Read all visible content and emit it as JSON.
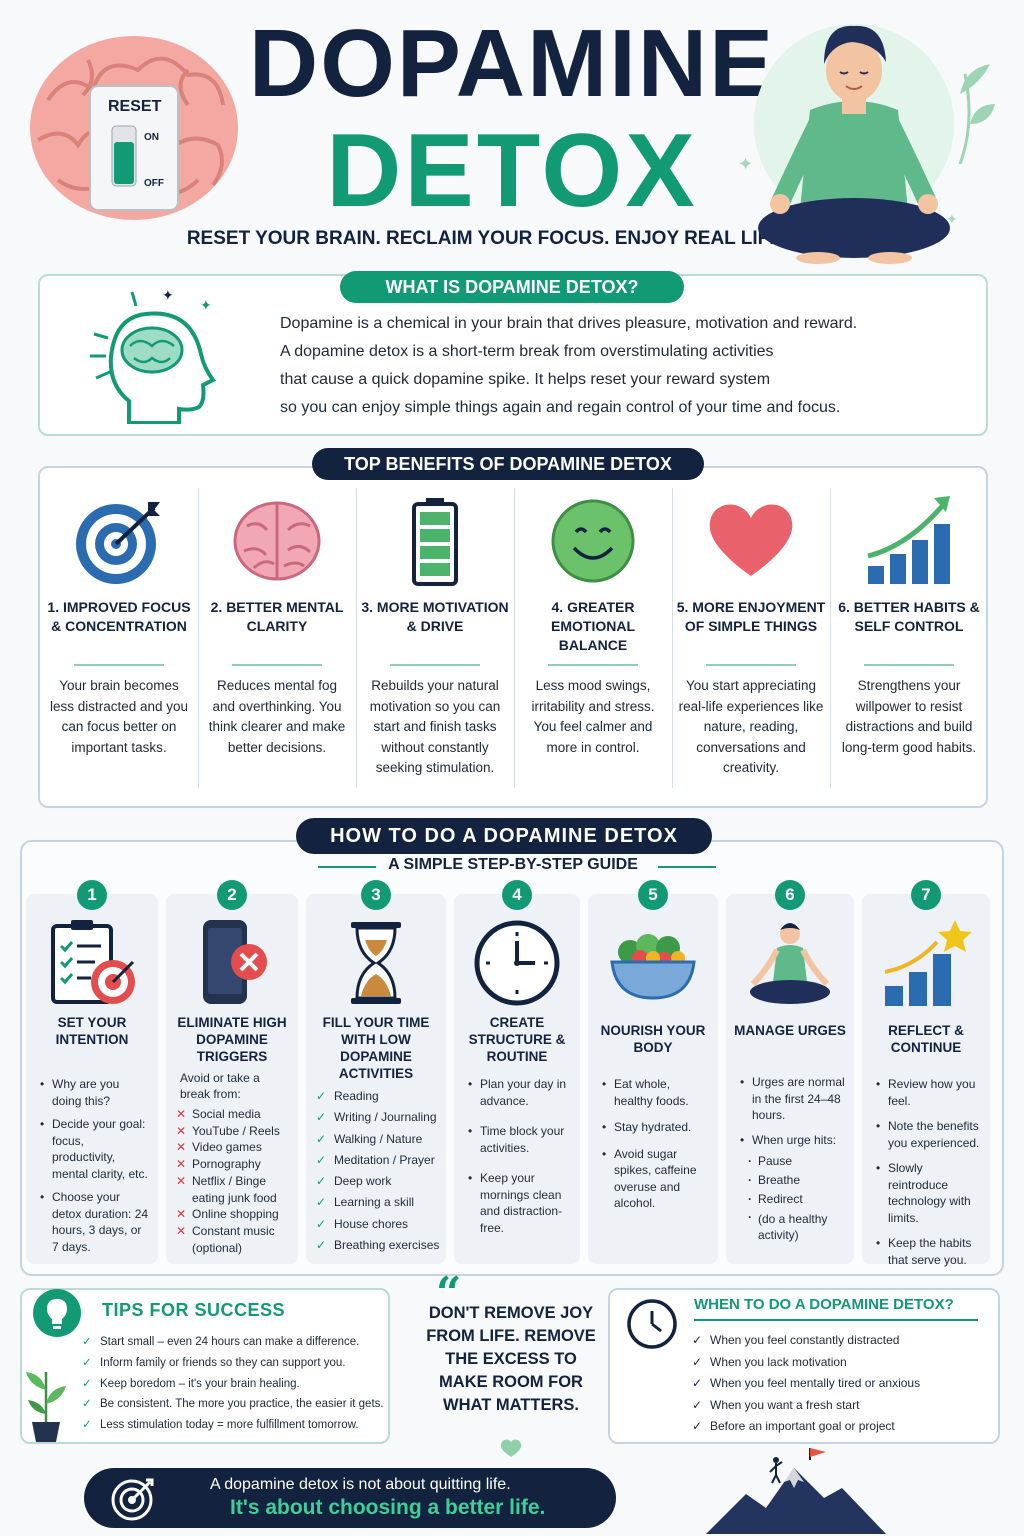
{
  "header": {
    "title_line1": "DOPAMINE",
    "title_line2": "DETOX",
    "tagline": "RESET YOUR BRAIN. RECLAIM YOUR FOCUS. ENJOY REAL LIFE.",
    "switch": {
      "reset": "RESET",
      "on": "ON",
      "off": "OFF"
    }
  },
  "what_is": {
    "heading": "WHAT IS DOPAMINE DETOX?",
    "lines": [
      "Dopamine is a chemical in your brain that drives pleasure, motivation and reward.",
      "A dopamine detox is a short-term break from overstimulating activities",
      "that cause a quick dopamine spike. It helps reset your reward system",
      "so you can enjoy simple things again and regain control of your time and focus."
    ]
  },
  "benefits": {
    "heading": "TOP BENEFITS OF DOPAMINE DETOX",
    "items": [
      {
        "icon": "target-icon",
        "title": "1. IMPROVED FOCUS & CONCENTRATION",
        "desc": "Your brain becomes less distracted and you can focus better on important tasks."
      },
      {
        "icon": "brain-icon",
        "title": "2. BETTER MENTAL CLARITY",
        "desc": "Reduces mental fog and overthinking. You think clearer and make better decisions."
      },
      {
        "icon": "battery-icon",
        "title": "3. MORE MOTIVATION & DRIVE",
        "desc": "Rebuilds your natural motivation so you can start and finish tasks without constantly seeking stimulation."
      },
      {
        "icon": "smiley-icon",
        "title": "4. GREATER EMOTIONAL BALANCE",
        "desc": "Less mood swings, irritability and stress. You feel calmer and more in control."
      },
      {
        "icon": "heart-icon",
        "title": "5. MORE ENJOYMENT OF SIMPLE THINGS",
        "desc": "You start appreciating real-life experiences like nature, reading, conversations and creativity."
      },
      {
        "icon": "growth-chart-icon",
        "title": "6. BETTER HABITS & SELF CONTROL",
        "desc": "Strengthens your willpower to resist distractions and build long-term good habits."
      }
    ]
  },
  "how_to": {
    "heading": "HOW TO DO A DOPAMINE DETOX",
    "subheading": "A SIMPLE STEP-BY-STEP GUIDE",
    "steps": [
      {
        "num": "1",
        "title": "SET YOUR INTENTION",
        "bullets": [
          "Why are you doing this?",
          "Decide your goal: focus, productivity, mental clarity, etc.",
          "Choose your detox duration: 24 hours, 3 days, or 7 days."
        ]
      },
      {
        "num": "2",
        "title": "ELIMINATE HIGH DOPAMINE TRIGGERS",
        "intro": "Avoid or take a break from:",
        "avoid": [
          "Social media",
          "YouTube / Reels",
          "Video games",
          "Pornography",
          "Netflix / Binge eating junk food",
          "Online shopping",
          "Constant music (optional)"
        ]
      },
      {
        "num": "3",
        "title": "FILL YOUR TIME WITH LOW DOPAMINE ACTIVITIES",
        "activities": [
          "Reading",
          "Writing / Journaling",
          "Walking / Nature",
          "Meditation / Prayer",
          "Deep work",
          "Learning a skill",
          "House chores",
          "Breathing exercises"
        ]
      },
      {
        "num": "4",
        "title": "CREATE STRUCTURE & ROUTINE",
        "bullets": [
          "Plan your day in advance.",
          "Time block your activities.",
          "Keep your mornings clean and distraction-free."
        ]
      },
      {
        "num": "5",
        "title": "NOURISH YOUR BODY",
        "bullets": [
          "Eat whole, healthy foods.",
          "Stay hydrated.",
          "Avoid sugar spikes, caffeine overuse and alcohol."
        ]
      },
      {
        "num": "6",
        "title": "MANAGE URGES",
        "bullets": [
          "Urges are normal in the first 24–48 hours.",
          "When urge hits:"
        ],
        "sub": [
          "Pause",
          "Breathe",
          "Redirect",
          "(do a healthy activity)"
        ]
      },
      {
        "num": "7",
        "title": "REFLECT & CONTINUE",
        "bullets": [
          "Review how you feel.",
          "Note the benefits you experienced.",
          "Slowly reintroduce technology with limits.",
          "Keep the habits that serve you."
        ]
      }
    ]
  },
  "tips": {
    "heading": "TIPS FOR SUCCESS",
    "items": [
      "Start small – even 24 hours can make a difference.",
      "Inform family or friends so they can support you.",
      "Keep boredom – it's your brain healing.",
      "Be consistent. The more you practice, the easier it gets.",
      "Less stimulation today = more fulfillment tomorrow."
    ]
  },
  "quote": {
    "mark": "“",
    "text": "DON'T REMOVE JOY FROM LIFE. REMOVE THE EXCESS TO MAKE ROOM FOR WHAT MATTERS."
  },
  "when": {
    "heading": "WHEN TO DO A DOPAMINE DETOX?",
    "items": [
      "When you feel constantly distracted",
      "When you lack motivation",
      "When you feel mentally tired or anxious",
      "When you want a fresh start",
      "Before an important goal or project"
    ]
  },
  "footer": {
    "line1": "A dopamine detox is not about quitting life.",
    "line2": "It's about choosing a better life."
  },
  "colors": {
    "navy": "#13233f",
    "green": "#129a74",
    "red": "#d93b3b",
    "blue": "#2b6cb0"
  }
}
